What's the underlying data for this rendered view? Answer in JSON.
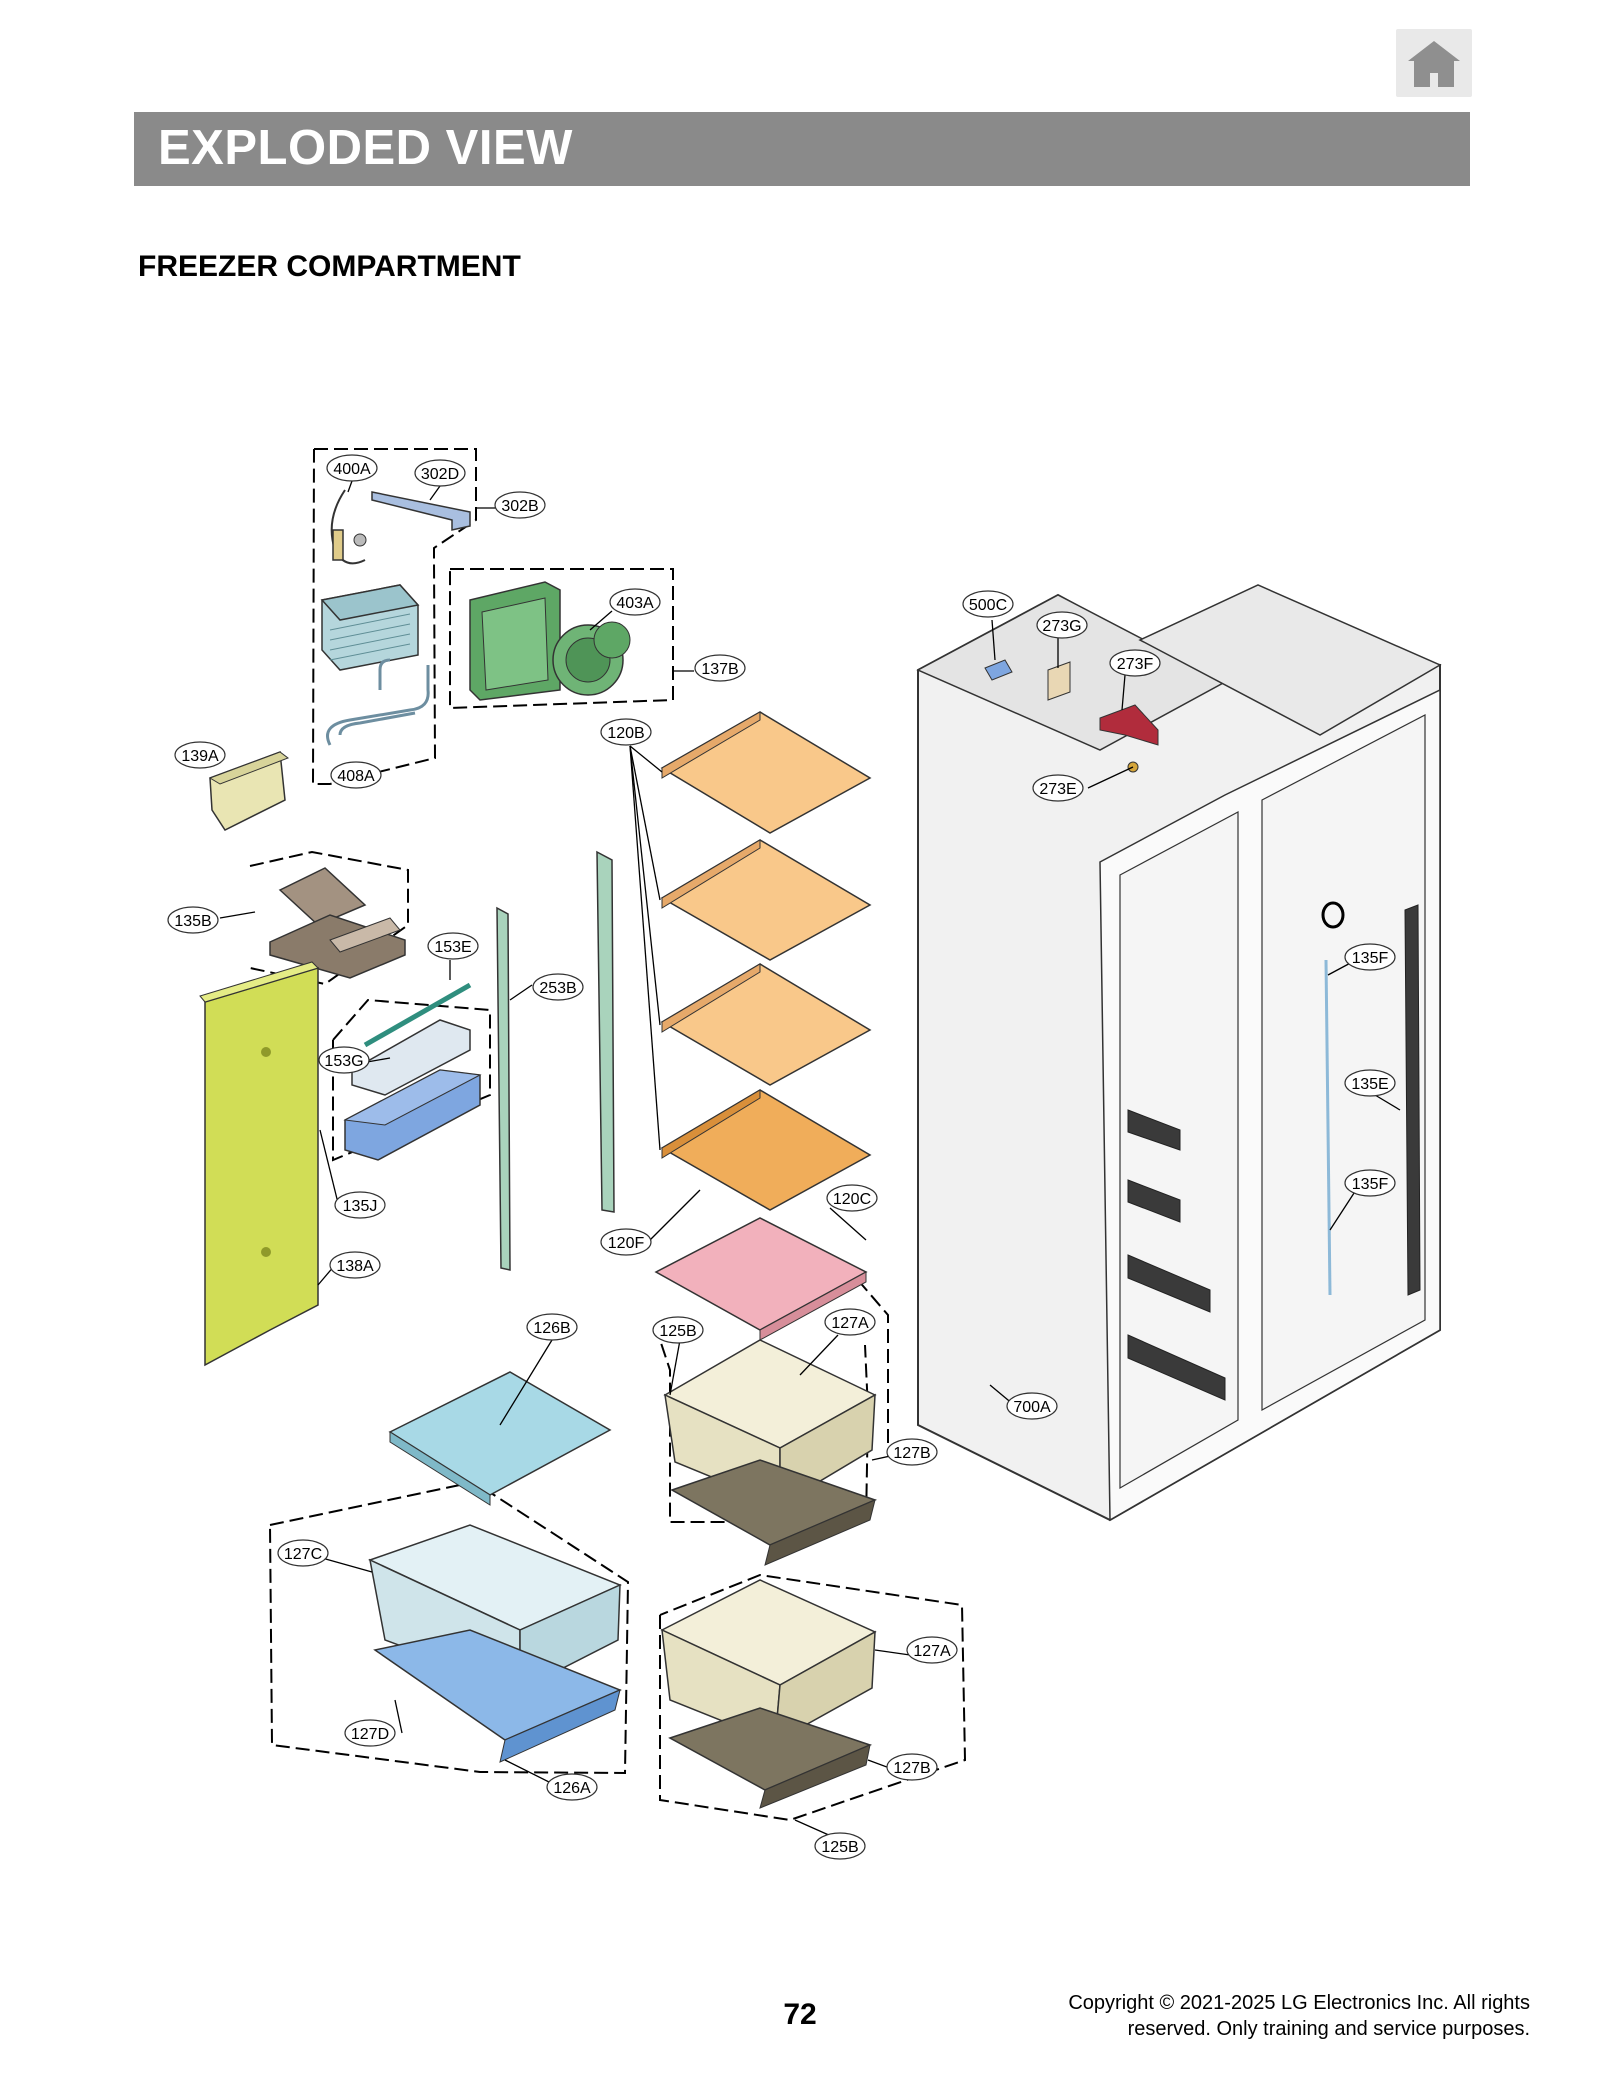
{
  "header": {
    "home_icon": "home-icon",
    "banner_title": "EXPLODED VIEW",
    "banner_color": "#8a8a8a"
  },
  "section": {
    "title": "FREEZER COMPARTMENT"
  },
  "part_labels": {
    "p400A": "400A",
    "p302D": "302D",
    "p302B": "302B",
    "p403A": "403A",
    "p137B": "137B",
    "p139A": "139A",
    "p408A": "408A",
    "p120B": "120B",
    "p500C": "500C",
    "p273G": "273G",
    "p273F": "273F",
    "p273E": "273E",
    "p135B": "135B",
    "p153E": "153E",
    "p253B": "253B",
    "p153G": "153G",
    "p135F_top": "135F",
    "p135E": "135E",
    "p135F_bottom": "135F",
    "p135J": "135J",
    "p138A": "138A",
    "p120C": "120C",
    "p120F": "120F",
    "p126B": "126B",
    "p125B_top": "125B",
    "p127A_top": "127A",
    "p127B_top": "127B",
    "p700A": "700A",
    "p127C": "127C",
    "p127A_bottom": "127A",
    "p127D": "127D",
    "p127B_bottom": "127B",
    "p126A": "126A",
    "p125B_bottom": "125B"
  },
  "part_colors": {
    "shelf": "#f9c88a",
    "shelf_bottom": "#f0ad5a",
    "glass_shelf": "#f2b1bc",
    "crisper_cover": "#a8d9e6",
    "crisper": "#e3f1f5",
    "crisper_tray": "#8cb8e8",
    "drawer": "#f3efd9",
    "drawer_tray": "#7d7560",
    "side_panel": "#d1dd56",
    "rail": "#a9d3bc",
    "fan": "#5ea765",
    "evaporator": "#b5d6dc",
    "bracket": "#e9e5b3",
    "lamp_cover": "#8a7b6a",
    "hinge": "#b12c3c",
    "tube": "#8db9d8",
    "cabinet": "#f1f1f1"
  },
  "footer": {
    "page_number": "72",
    "copyright_line1": "Copyright © 2021-2025 LG Electronics Inc. All rights",
    "copyright_line2": "reserved. Only training and service purposes."
  }
}
